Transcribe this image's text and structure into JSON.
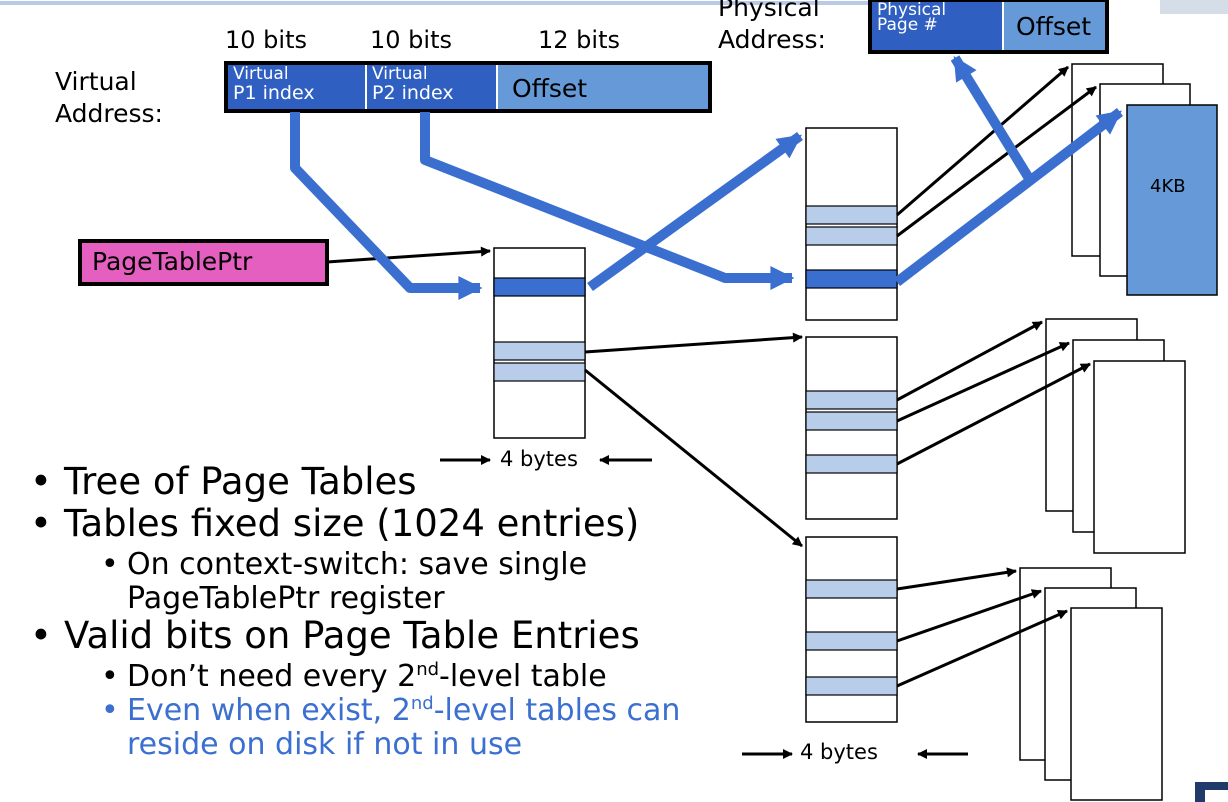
{
  "physical_address": {
    "label_line1": "Physical",
    "label_line2": "Address:",
    "page_label_line1": "Physical",
    "page_label_line2": "Page #",
    "offset_label": "Offset"
  },
  "virtual_address": {
    "label_line1": "Virtual",
    "label_line2": "Address:",
    "bits": [
      "10 bits",
      "10 bits",
      "12 bits"
    ],
    "p1_line1": "Virtual",
    "p1_line2": "P1 index",
    "p2_line1": "Virtual",
    "p2_line2": "P2 index",
    "offset_label": "Offset"
  },
  "page_table_ptr": "PageTablePtr",
  "page_size_label": "4KB",
  "entry_size_label": "4 bytes",
  "bullets": {
    "b1": "Tree of Page Tables",
    "b2": "Tables fixed size (1024 entries)",
    "b2_sub": [
      "On context-switch: save single",
      "PageTablePtr register"
    ],
    "b3": "Valid bits on Page Table Entries",
    "b3_sub1_pre": "Don’t need every 2",
    "b3_sub1_sup": "nd",
    "b3_sub1_post": "-level table",
    "b3_sub2_pre": "Even when exist, 2",
    "b3_sub2_sup": "nd",
    "b3_sub2_post": "-level tables can",
    "b3_sub2_line2": "reside on disk if not in use"
  },
  "colors": {
    "arrow_blue": "#3a6fd0",
    "field_dark": "#2f5fc0",
    "field_light": "#6699d8",
    "pointer_pink": "#e45fbf",
    "entry_fill": "#b7cde9",
    "bullet_blue": "#3b6fd0"
  }
}
